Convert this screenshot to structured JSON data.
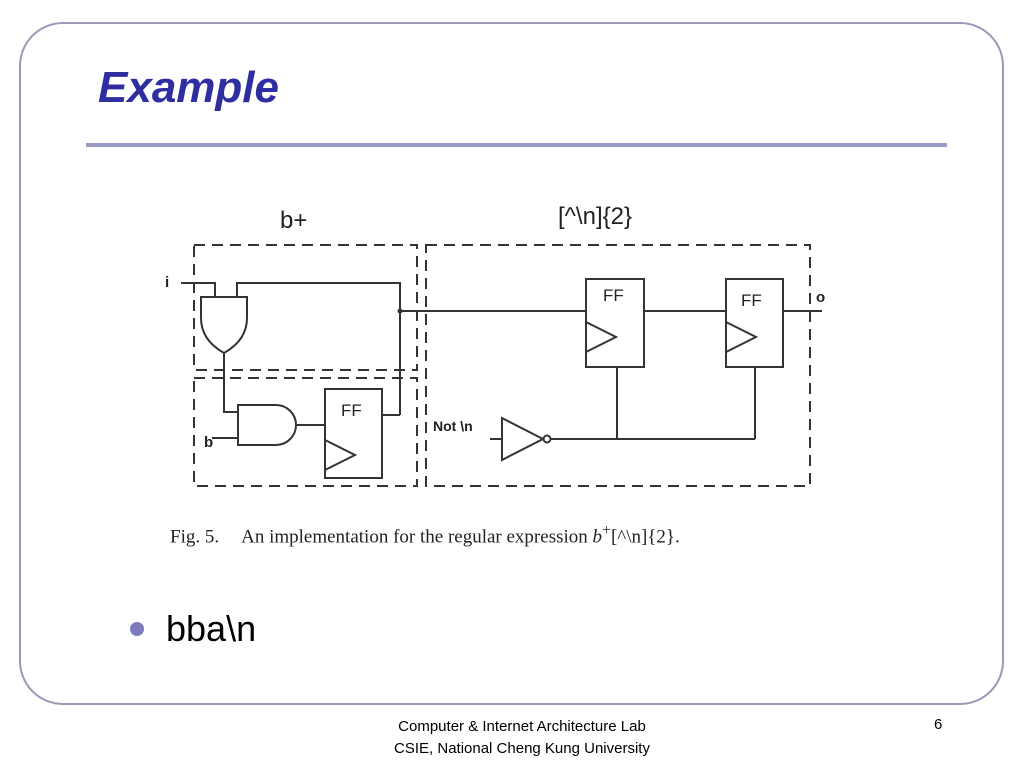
{
  "slide": {
    "title": "Example",
    "bullet": "bba\\n",
    "footer": {
      "line1": "Computer & Internet Architecture Lab",
      "line2": "CSIE, National Cheng Kung University"
    },
    "page_number": "6"
  },
  "diagram": {
    "labels": {
      "group_left": "b+",
      "group_right": "[^\\n]{2}",
      "input_i": "i",
      "input_b": "b",
      "input_not_n": "Not \\n",
      "output_o": "o",
      "ff": "FF"
    },
    "caption": {
      "fig": "Fig. 5.",
      "text": "An implementation for the regular expression",
      "b": "b",
      "sup": "+",
      "rest": "[^\\n]{2}."
    }
  },
  "colors": {
    "title": "#2e2ea0",
    "frame": "#9a9ab8",
    "rule": "#9a9ac6",
    "bullet": "#7b7bbd"
  }
}
